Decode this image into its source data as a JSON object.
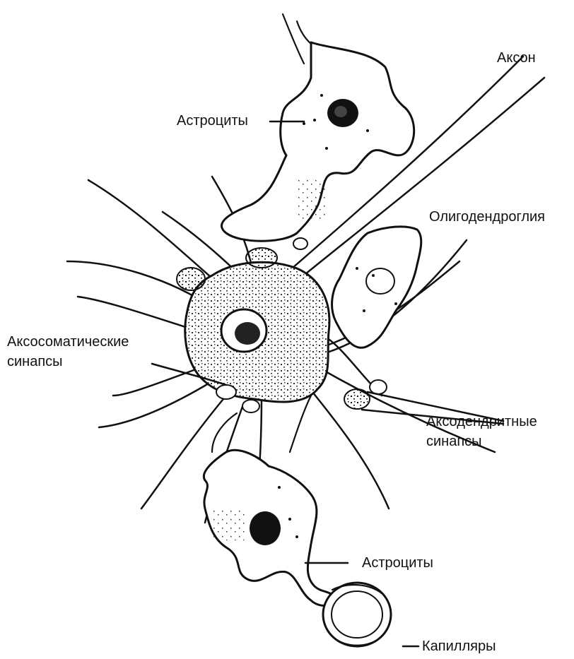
{
  "labels": {
    "axon": "Аксон",
    "astrocytes_top": "Астроциты",
    "oligodendroglia": "Олигодендроглия",
    "axosomatic_line1": "Аксосоматические",
    "axosomatic_line2": "синапсы",
    "axodendritic_line1": "Аксодендритные",
    "axodendritic_line2": "синапсы",
    "astrocytes_bottom": "Астроциты",
    "capillaries": "Капилляры"
  },
  "colors": {
    "ink": "#111111",
    "background": "#ffffff"
  }
}
